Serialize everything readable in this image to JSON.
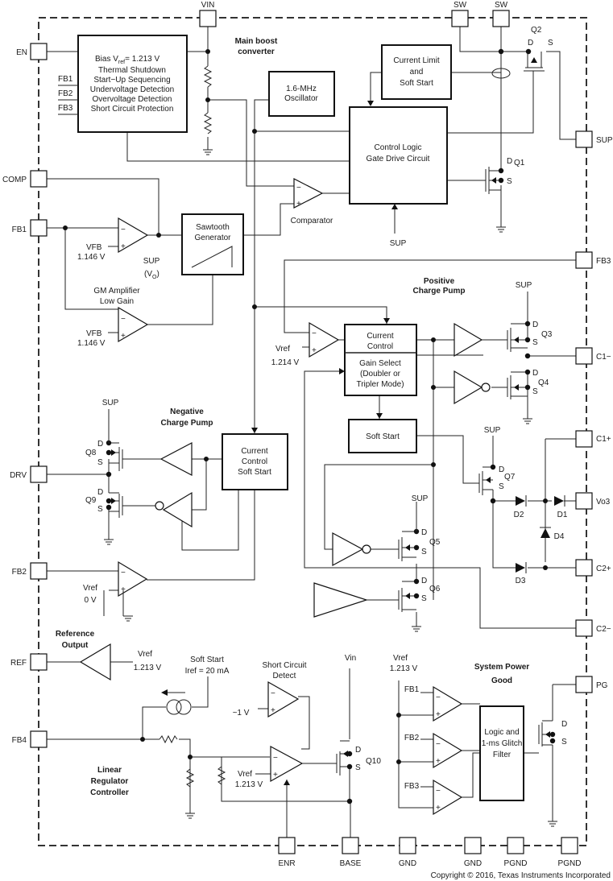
{
  "pins": {
    "vin": "VIN",
    "sw1": "SW",
    "sw2": "SW",
    "en": "EN",
    "sup": "SUP",
    "comp": "COMP",
    "fb1": "FB1",
    "fb3": "FB3",
    "c1m": "C1−",
    "c1p": "C1+",
    "vo3": "Vo3",
    "c2p": "C2+",
    "c2m": "C2−",
    "drv": "DRV",
    "fb2": "FB2",
    "ref": "REF",
    "fb4": "FB4",
    "pg": "PG",
    "enr": "ENR",
    "base": "BASE",
    "gnd1": "GND",
    "gnd2": "GND",
    "pgnd1": "PGND",
    "pgnd2": "PGND"
  },
  "bias_block": {
    "lines": [
      "Bias V",
      "ref",
      "= 1.213 V",
      "Thermal Shutdown",
      "Start−Up Sequencing",
      "Undervoltage Detection",
      "Overvoltage Detection",
      "Short Circuit Protection"
    ],
    "inputs": [
      "FB1",
      "FB2",
      "FB3"
    ]
  },
  "main_boost": [
    "Main boost",
    "converter"
  ],
  "oscillator": [
    "1.6-MHz",
    "Oscillator"
  ],
  "current_limit": [
    "Current Limit",
    "and",
    "Soft Start"
  ],
  "control_logic": [
    "Control Logic",
    "Gate Drive Circuit"
  ],
  "sawtooth": [
    "Sawtooth",
    "Generator"
  ],
  "comparator": "Comparator",
  "gm_amp": [
    "GM Amplifier",
    "Low Gain"
  ],
  "vfb_top": [
    "VFB",
    "1.146 V"
  ],
  "vfb_bot": [
    "VFB",
    "1.146 V"
  ],
  "sup_vo": [
    "SUP",
    "(V",
    "O",
    ")"
  ],
  "sup_label": "SUP",
  "positive_cp": [
    "Positive",
    "Charge Pump"
  ],
  "current_control_pos": [
    "Current",
    "Control"
  ],
  "gain_select": [
    "Gain Select",
    "(Doubler or",
    "Tripler Mode)"
  ],
  "vref_pos": [
    "Vref",
    "1.214 V"
  ],
  "soft_start": "Soft Start",
  "negative_cp": [
    "Negative",
    "Charge Pump"
  ],
  "current_control_neg": [
    "Current",
    "Control",
    "Soft Start"
  ],
  "vref_fb2": [
    "Vref",
    "0 V"
  ],
  "reference_output": [
    "Reference",
    "Output"
  ],
  "vref_ref": [
    "Vref",
    "1.213 V"
  ],
  "soft_start_iref": [
    "Soft Start",
    "Iref = 20 mA"
  ],
  "short_circuit": [
    "Short Circuit",
    "Detect"
  ],
  "minus_1v": "~1 V",
  "vref_lin": [
    "Vref",
    "1.213 V"
  ],
  "linear_reg": [
    "Linear",
    "Regulator",
    "Controller"
  ],
  "vin_lower": "Vin",
  "vref_pg": [
    "Vref",
    "1.213 V"
  ],
  "pg_inputs": [
    "FB1",
    "FB2",
    "FB3"
  ],
  "system_pg": [
    "System Power",
    "Good"
  ],
  "logic_glitch": [
    "Logic and",
    "1-ms Glitch",
    "Filter"
  ],
  "transistors": {
    "q1": "Q1",
    "q2": "Q2",
    "q3": "Q3",
    "q4": "Q4",
    "q5": "Q5",
    "q6": "Q6",
    "q7": "Q7",
    "q8": "Q8",
    "q9": "Q9",
    "q10": "Q10",
    "d": "D",
    "s": "S"
  },
  "diodes": {
    "d1": "D1",
    "d2": "D2",
    "d3": "D3",
    "d4": "D4"
  },
  "copyright": "Copyright © 2016, Texas Instruments Incorporated"
}
